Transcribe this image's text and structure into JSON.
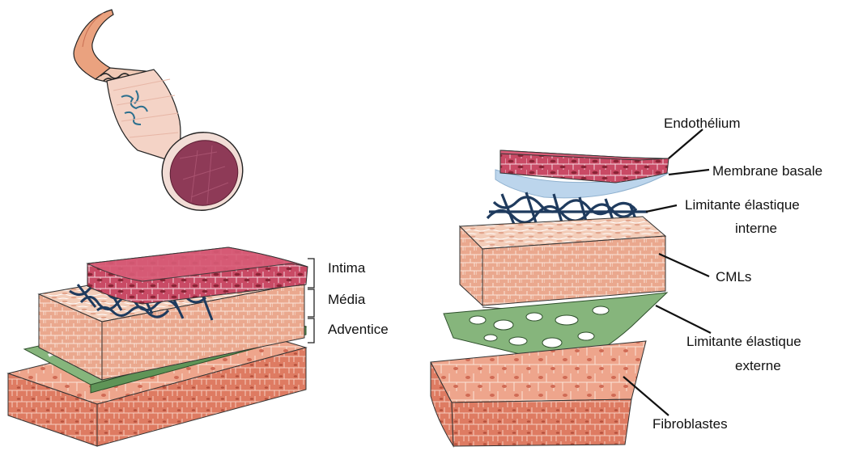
{
  "labels": {
    "intima": "Intima",
    "media": "Média",
    "adventice": "Adventice",
    "endothelium": "Endothélium",
    "membrane_basale": "Membrane basale",
    "lei_line1": "Limitante élastique",
    "lei_line2": "interne",
    "cmls": "CMLs",
    "lee_line1": "Limitante élastique",
    "lee_line2": "externe",
    "fibroblastes": "Fibroblastes"
  },
  "colors": {
    "endothelium": "#c4455f",
    "endothelium_dark": "#8a2436",
    "membrane": "#b9d3ea",
    "elastic_fiber": "#1f3b5e",
    "smooth_muscle": "#f2c9b4",
    "smooth_muscle_side": "#e9a98f",
    "external_lamina": "#7fae76",
    "fibroblast": "#e8957a",
    "fibroblast_side": "#d9715a",
    "vessel_cut": "#8e3a57",
    "vessel_outer": "#e8a47f"
  }
}
